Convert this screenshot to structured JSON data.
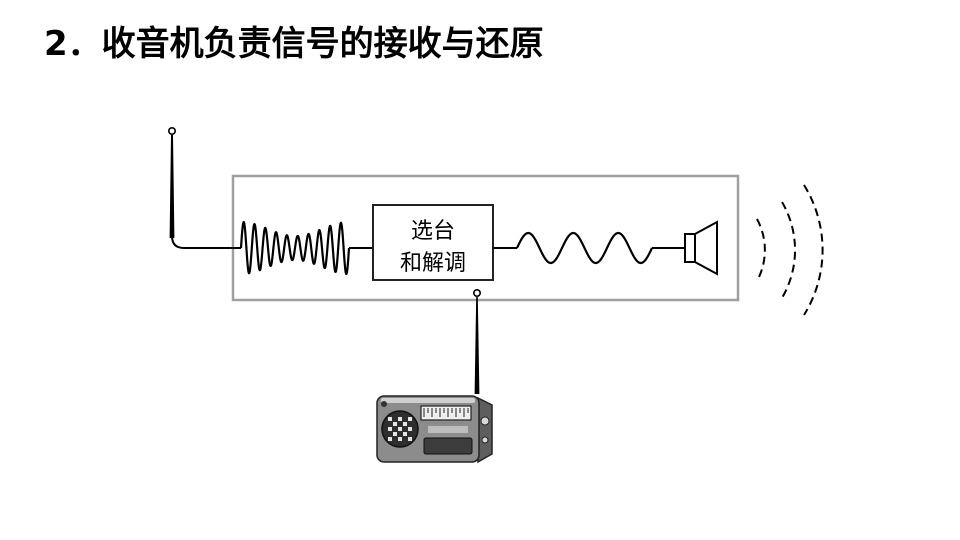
{
  "slide": {
    "title": "2．收音机负责信号的接收与还原"
  },
  "diagram": {
    "tuner_box": {
      "line1": "选台",
      "line2": "和解调"
    },
    "icons": {
      "receiving_antenna": "antenna-icon",
      "modulated_signal": "am-wave-icon",
      "audio_signal": "sine-wave-icon",
      "speaker": "speaker-icon",
      "sound": "sound-waves-icon",
      "radio": "radio-icon"
    }
  },
  "colors": {
    "frame": "#a0a0a0",
    "ink": "#000000",
    "background": "#ffffff"
  }
}
